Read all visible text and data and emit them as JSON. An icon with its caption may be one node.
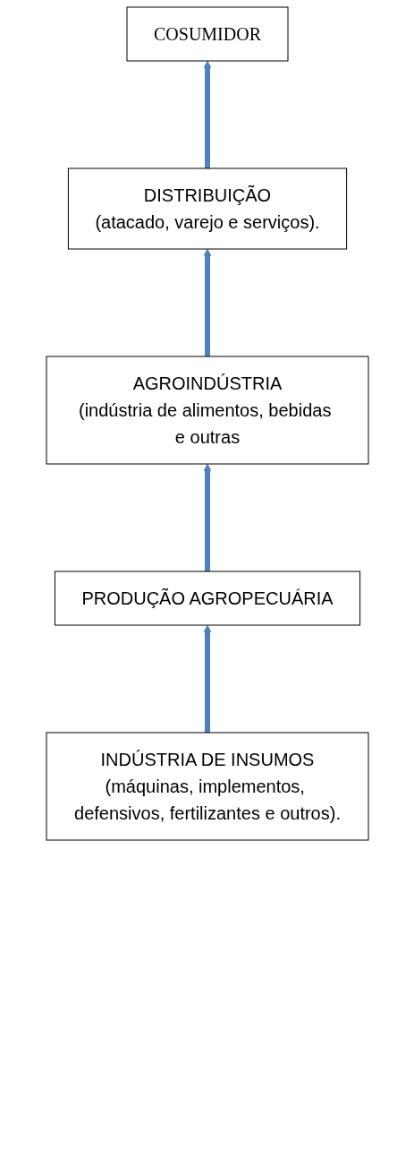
{
  "diagram": {
    "nodes": [
      {
        "text": [
          "COSUMIDOR"
        ]
      },
      {
        "text": [
          "DISTRIBUIÇÃO",
          "(atacado, varejo e serviços)."
        ]
      },
      {
        "text": [
          "AGROINDÚSTRIA",
          "(indústria de alimentos, bebidas e outras"
        ]
      },
      {
        "text": [
          "PRODUÇÃO AGROPECUÁRIA"
        ]
      },
      {
        "text": [
          "INDÚSTRIA DE INSUMOS",
          "(máquinas, implementos, defensivos, fertilizantes e outros)."
        ]
      }
    ],
    "edges": [
      {
        "from": 1,
        "to": 0,
        "arrow": "to"
      },
      {
        "from": 2,
        "to": 1,
        "arrow": "to"
      },
      {
        "from": 3,
        "to": 2,
        "arrow": "to"
      },
      {
        "from": 4,
        "to": 3,
        "arrow": "to"
      }
    ]
  }
}
